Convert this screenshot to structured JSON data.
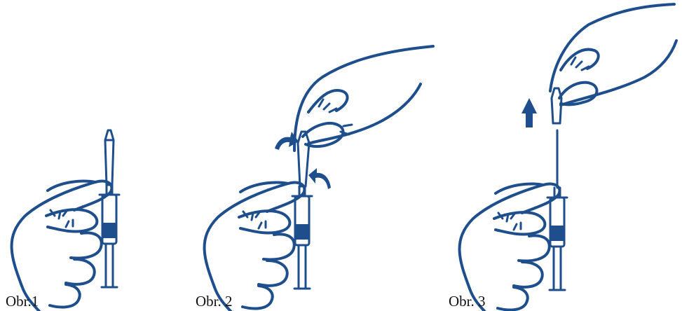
{
  "figures": [
    {
      "caption": "Obr.1"
    },
    {
      "caption": "Obr. 2"
    },
    {
      "caption": "Obr. 3"
    }
  ],
  "colors": {
    "line": "#1e4f8c",
    "background": "#ffffff",
    "caption": "#111111"
  },
  "icons": [
    "curved-arrow-icon",
    "up-arrow-icon"
  ]
}
